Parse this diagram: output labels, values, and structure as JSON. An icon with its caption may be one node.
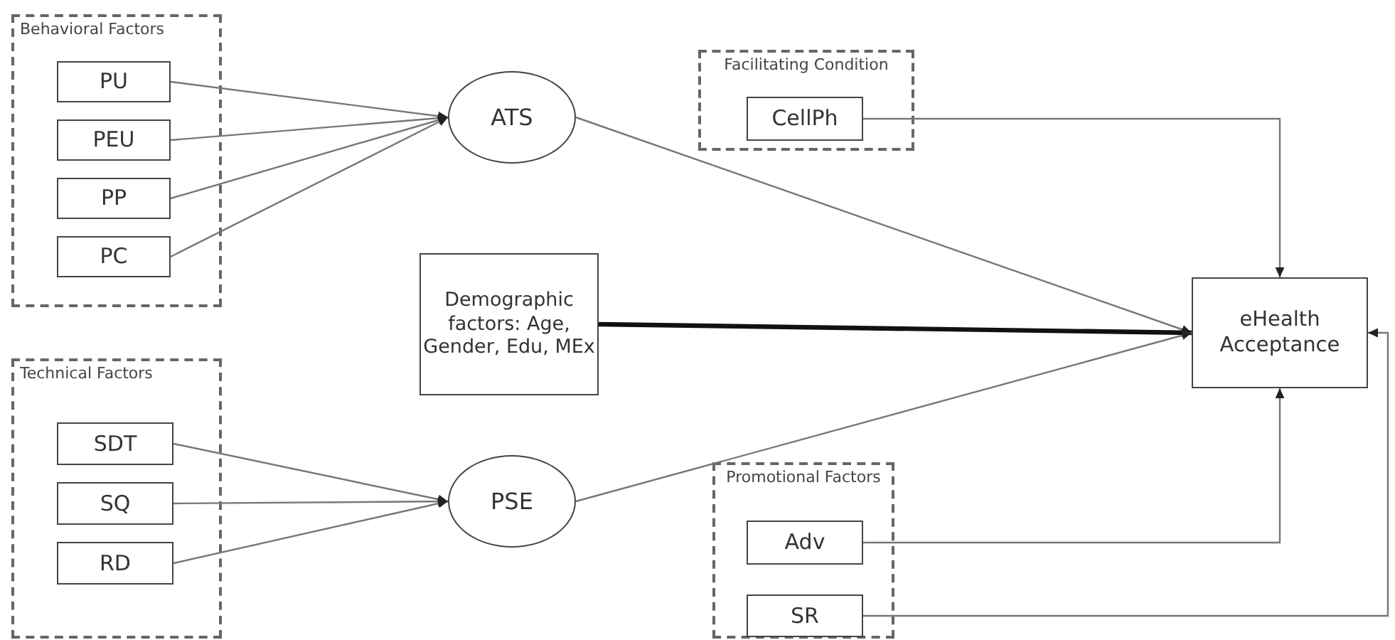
{
  "diagram": {
    "nodes": [
      {
        "text": [
          "Behavioral Factors"
        ]
      },
      {
        "text": [
          "PU"
        ],
        "in": 0
      },
      {
        "text": [
          "PEU"
        ],
        "in": 0
      },
      {
        "text": [
          "PP"
        ],
        "in": 0
      },
      {
        "text": [
          "PC"
        ],
        "in": 0
      },
      {
        "text": [
          "ATS"
        ]
      },
      {
        "text": [
          "Facilitating Condition"
        ]
      },
      {
        "text": [
          "CellPh"
        ],
        "in": 6
      },
      {
        "text": [
          "Demographic factors: Age, Gender, Edu, MEx"
        ]
      },
      {
        "text": [
          "eHealth Acceptance"
        ]
      },
      {
        "text": [
          "Technical Factors"
        ]
      },
      {
        "text": [
          "SDT"
        ],
        "in": 10
      },
      {
        "text": [
          "SQ"
        ],
        "in": 10
      },
      {
        "text": [
          "RD"
        ],
        "in": 10
      },
      {
        "text": [
          "PSE"
        ]
      },
      {
        "text": [
          "Promotional Factors"
        ]
      },
      {
        "text": [
          "Adv"
        ],
        "in": 15
      },
      {
        "text": [
          "SR"
        ],
        "in": 15
      }
    ],
    "edges": [
      {
        "from": 1,
        "to": 5,
        "arrow": "to"
      },
      {
        "from": 2,
        "to": 5,
        "arrow": "to"
      },
      {
        "from": 3,
        "to": 5,
        "arrow": "to"
      },
      {
        "from": 4,
        "to": 5,
        "arrow": "to"
      },
      {
        "from": 5,
        "to": 9,
        "arrow": "to"
      },
      {
        "from": 7,
        "to": 9,
        "arrow": "to"
      },
      {
        "from": 8,
        "to": 9,
        "arrow": "to",
        "style": "thick",
        "color": "#111111"
      },
      {
        "from": 11,
        "to": 14,
        "arrow": "to"
      },
      {
        "from": 12,
        "to": 14,
        "arrow": "to"
      },
      {
        "from": 13,
        "to": 14,
        "arrow": "to"
      },
      {
        "from": 14,
        "to": 9,
        "arrow": "to"
      },
      {
        "from": 16,
        "to": 9,
        "arrow": "to"
      },
      {
        "from": 17,
        "to": 9,
        "arrow": "to"
      }
    ]
  }
}
